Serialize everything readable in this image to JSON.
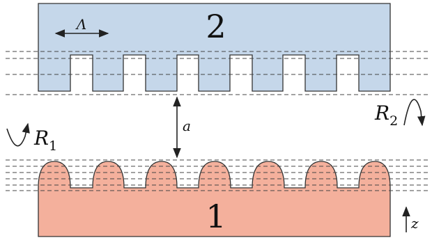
{
  "body2": {
    "label": "2",
    "period_label": "Λ"
  },
  "body1": {
    "label": "1"
  },
  "gap": {
    "label": "a"
  },
  "rotation1": {
    "symbol": "R",
    "subscript": "1"
  },
  "rotation2": {
    "symbol": "R",
    "subscript": "2"
  },
  "axis": {
    "label": "z"
  },
  "colors": {
    "body2_fill": "#c5d7ea",
    "body1_fill": "#f4b09c",
    "outline": "#333333"
  }
}
